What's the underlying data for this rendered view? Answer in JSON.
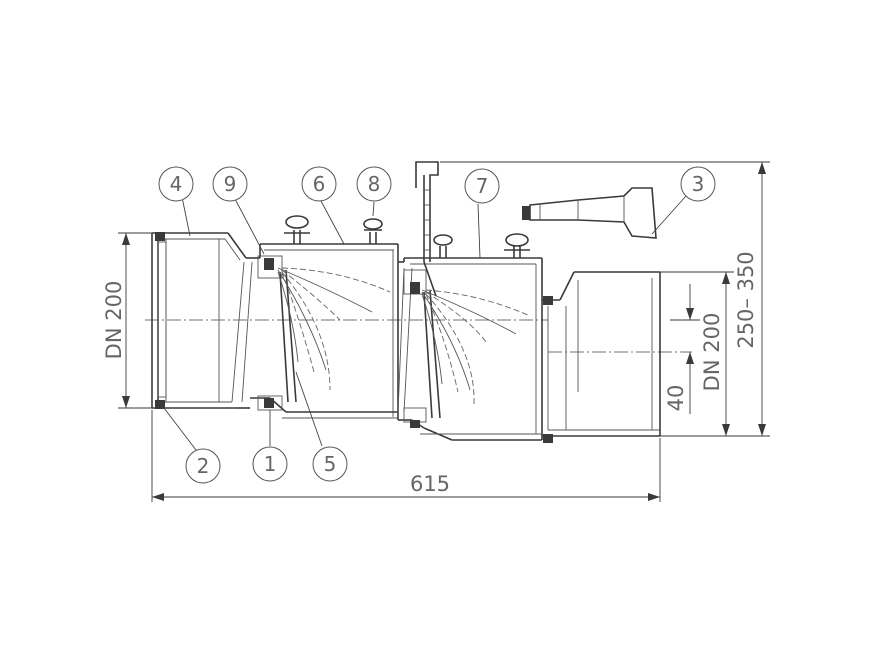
{
  "callouts": [
    {
      "label": "4"
    },
    {
      "label": "9"
    },
    {
      "label": "6"
    },
    {
      "label": "8"
    },
    {
      "label": "7"
    },
    {
      "label": "3"
    },
    {
      "label": "2"
    },
    {
      "label": "1"
    },
    {
      "label": "5"
    }
  ],
  "dimensions": {
    "overall_length": "615",
    "inlet_diameter": "DN 200",
    "outlet_diameter": "DN 200",
    "outlet_offset": "40",
    "overall_height": "250– 350"
  }
}
